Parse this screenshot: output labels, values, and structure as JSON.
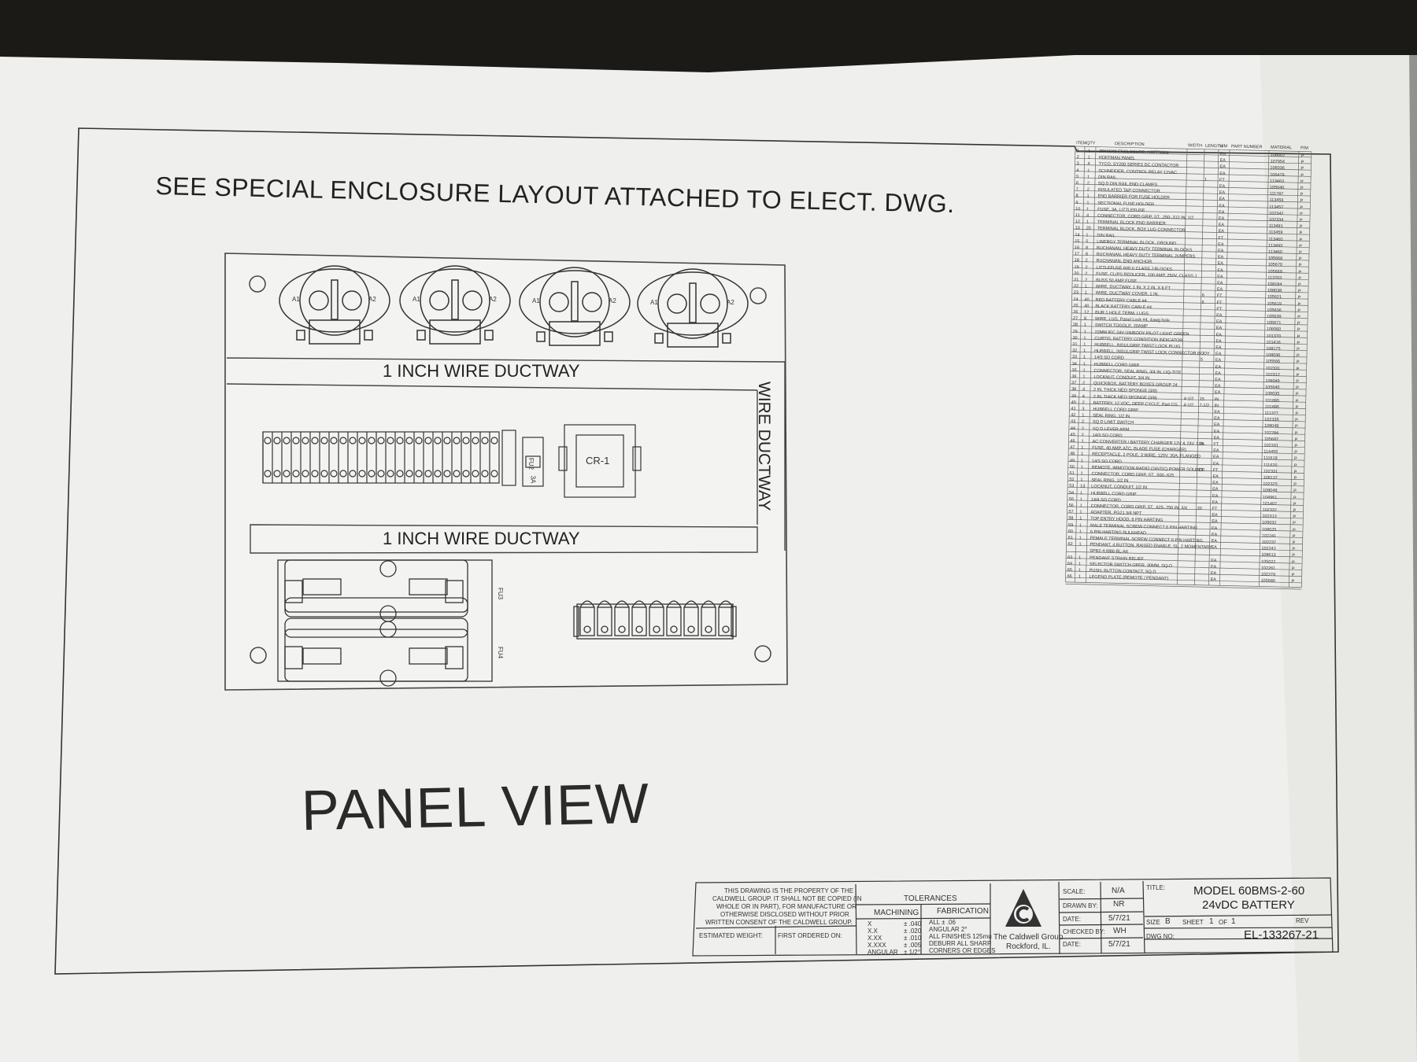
{
  "drawing": {
    "heading": "SEE SPECIAL ENCLOSURE LAYOUT ATTACHED TO ELECT. DWG.",
    "panel_view_label": "PANEL VIEW",
    "ductway_top": "1 INCH WIRE DUCTWAY",
    "ductway_bottom": "1 INCH WIRE DUCTWAY",
    "ductway_vertical": "WIRE DUCTWAY",
    "contactor_terminal_left": "A1",
    "contactor_terminal_right": "A2",
    "fuse_labels": [
      "FU2",
      "3A",
      "FU3",
      "FU4"
    ],
    "relay_label": "CR-1"
  },
  "title_block": {
    "property_notice": [
      "THIS DRAWING IS THE PROPERTY OF THE",
      "CALDWELL GROUP. IT SHALL NOT BE COPIED (IN",
      "WHOLE OR IN PART), FOR MANUFACTURE OR",
      "OTHERWISE DISCLOSED WITHOUT PRIOR",
      "WRITTEN CONSENT OF THE CALDWELL GROUP."
    ],
    "estimated_weight_label": "ESTIMATED WEIGHT:",
    "first_ordered_label": "FIRST ORDERED ON:",
    "tolerances_label": "TOLERANCES",
    "machining_label": "MACHINING",
    "fabrication_label": "FABRICATION",
    "machining": [
      [
        "X",
        "± .040"
      ],
      [
        "X.X",
        "± .020"
      ],
      [
        "X.XX",
        "± .010"
      ],
      [
        "X.XXX",
        "± .005"
      ],
      [
        "ANGULAR",
        "± 1/2°"
      ]
    ],
    "fabrication": [
      "ALL          ± .06",
      "ANGULAR      2°",
      "ALL FINISHES  125mu",
      "DEBURR ALL SHARP",
      "CORNERS OR EDGES"
    ],
    "company": "The Caldwell Group",
    "city": "Rockford, IL.",
    "scale_label": "SCALE:",
    "scale": "N/A",
    "drawn_by_label": "DRAWN BY:",
    "drawn_by": "NR",
    "date_label": "DATE:",
    "date": "5/7/21",
    "checked_by_label": "CHECKED BY:",
    "checked_by": "WH",
    "date2_label": "DATE:",
    "date2": "5/7/21",
    "title_label": "TITLE:",
    "title_line1": "MODEL 60BMS-2-60",
    "title_line2": "24vDC BATTERY",
    "size_label": "SIZE",
    "size": "B",
    "sheet_label": "SHEET",
    "sheet": "1",
    "of_label": "OF",
    "sheet_total": "1",
    "rev_label": "REV",
    "dwg_no_label": "DWG NO:",
    "dwg_no": "EL-133267-21"
  },
  "bom": {
    "headers": [
      "ITEM",
      "QTY",
      "DESCRIPTION",
      "WIDTH",
      "LENGTH",
      "U/M",
      "PART NUMBER",
      "MATERIAL",
      "P/M"
    ],
    "rows": [
      [
        "1",
        "1",
        "20X16X8 ENCLOSURE, HOFFMAN",
        "",
        "",
        "EA",
        "",
        "108002",
        "P"
      ],
      [
        "2",
        "1",
        "HOFFMAN PANEL",
        "",
        "",
        "EA",
        "",
        "107954",
        "P"
      ],
      [
        "3",
        "4",
        "TYCO, SY200 SERIES DC CONTACTOR",
        "",
        "",
        "EA",
        "",
        "106036",
        "P"
      ],
      [
        "4",
        "1",
        "SCHNEIDER, CONTROL RELAY 12VAC",
        "",
        "",
        "EA",
        "",
        "106479",
        "P"
      ],
      [
        "5",
        "1",
        "DIN RAIL",
        "",
        "1",
        "FT",
        "",
        "113463",
        "P"
      ],
      [
        "6",
        "2",
        "SQ D DIN RAIL END CLAMPS",
        "",
        "",
        "EA",
        "",
        "105040",
        "P"
      ],
      [
        "7",
        "2",
        "INSULATED TAP CONNECTOR",
        "",
        "",
        "EA",
        "",
        "111787",
        "P"
      ],
      [
        "8",
        "1",
        "END BARRIER FOR FUSE HOLDER",
        "",
        "",
        "EA",
        "",
        "113456",
        "P"
      ],
      [
        "9",
        "1",
        "SECTIONAL FUSE HOLDER",
        "",
        "",
        "EA",
        "",
        "113457",
        "P"
      ],
      [
        "10",
        "1",
        "FUSE, 3A, LITTLEFUSE",
        "",
        "",
        "EA",
        "",
        "102342",
        "P"
      ],
      [
        "11",
        "4",
        "CONNECTOR, CORD GRIP, ST, .250-.312 IN, 1/2",
        "",
        "",
        "EA",
        "",
        "102334",
        "P"
      ],
      [
        "12",
        "1",
        "TERMINAL BLOCK END BARRIER",
        "",
        "",
        "EA",
        "",
        "113481",
        "P"
      ],
      [
        "13",
        "20",
        "TERMINAL BLOCK, BOX LUG CONNECTOR",
        "",
        "",
        "EA",
        "",
        "113459",
        "P"
      ],
      [
        "14",
        "1",
        "DIN RAIL",
        "",
        "",
        "FT",
        "",
        "113460",
        "P"
      ],
      [
        "15",
        "5",
        "LINERGY TERMINAL BLOCK, GROUND",
        "",
        "",
        "EA",
        "",
        "113493",
        "P"
      ],
      [
        "16",
        "8",
        "BUCHANAN, HEAVY DUTY TERMINAL BLOCKS",
        "",
        "",
        "EA",
        "",
        "113460",
        "P"
      ],
      [
        "17",
        "8",
        "BUCHANAN, HEAVY DUTY TERMINAL JUMPERS",
        "",
        "",
        "EA",
        "",
        "105668",
        "P"
      ],
      [
        "18",
        "2",
        "BUCHANAN, END ANCHOR",
        "",
        "",
        "EA",
        "",
        "105670",
        "P"
      ],
      [
        "19",
        "2",
        "LITTLEFUSE 600 V CLASS J BLOCKS",
        "",
        "",
        "EA",
        "",
        "105669",
        "P"
      ],
      [
        "20",
        "2",
        "FUSE, CLIPS REDUCER, 100 AMP, 250V, CLASS J",
        "",
        "",
        "EA",
        "",
        "113703",
        "P"
      ],
      [
        "21",
        "2",
        "BUSS 50 AMP FUSE",
        "",
        "",
        "EA",
        "",
        "108184",
        "P"
      ],
      [
        "22",
        "1",
        "WIRE, DUCTWAY, 1 IN. X 2 IN. X 6 FT",
        "",
        "",
        "EA",
        "",
        "108038",
        "P"
      ],
      [
        "23",
        "1",
        "WIRE, DUCTWAY COVER, 1 IN.",
        "",
        "6",
        "FT",
        "",
        "105621",
        "P"
      ],
      [
        "24",
        "40",
        "RED BATTERY CABLE #4",
        "",
        "6",
        "FT",
        "",
        "105619",
        "P"
      ],
      [
        "25",
        "40",
        "BLACK BATTERY CABLE #4",
        "",
        "",
        "FT",
        "",
        "105636",
        "P"
      ],
      [
        "26",
        "12",
        "BUR 1 HOLE TERM. LUGS",
        "",
        "",
        "EA",
        "",
        "105639",
        "P"
      ],
      [
        "27",
        "8",
        "WIRE, LUG, Panel Lock #4, 4awg hole",
        "",
        "",
        "EA",
        "",
        "105671",
        "P"
      ],
      [
        "28",
        "1",
        "SWITCH TOGGLE, 20AMP",
        "",
        "",
        "EA",
        "",
        "106060",
        "P"
      ],
      [
        "29",
        "1",
        "22MM IEC 24V UNIBODY PILOT LIGHT GREEN",
        "",
        "",
        "EA",
        "",
        "101370",
        "P"
      ],
      [
        "30",
        "1",
        "CURTIS, BATTERY CONDITION INDICATOR",
        "",
        "",
        "EA",
        "",
        "101416",
        "P"
      ],
      [
        "31",
        "1",
        "HUBBELL, INSULGRIP TWIST-LOCK PLUG",
        "",
        "",
        "EA",
        "",
        "108175",
        "P"
      ],
      [
        "32",
        "1",
        "HUBBELL, INSULGRIP TWIST LOCK CONNECTOR BODY",
        "",
        "",
        "EA",
        "",
        "108036",
        "P"
      ],
      [
        "33",
        "1",
        "14/3 SO CORD",
        "",
        "5",
        "EA",
        "",
        "105566",
        "P"
      ],
      [
        "34",
        "1",
        "HUBBELL CORD GRIP",
        "",
        "",
        "EA",
        "",
        "102331",
        "P"
      ],
      [
        "35",
        "1",
        "CONNECTOR, SEAL RING, 3/4 IN, LIQ-TITE",
        "",
        "",
        "EA",
        "",
        "102312",
        "P"
      ],
      [
        "36",
        "1",
        "LOCKNUT, CONDUIT, 3/4 IN",
        "",
        "",
        "EA",
        "",
        "108049",
        "P"
      ],
      [
        "37",
        "2",
        "QUICKBOX, BATTERY BOXES GROUP 24",
        "",
        "",
        "EA",
        "",
        "105640",
        "P"
      ],
      [
        "38",
        "4",
        "2 IN. THICK NEO SPONGE (3/8)",
        "",
        "",
        "EA",
        "",
        "108035",
        "P"
      ],
      [
        "39",
        "4",
        "2 IN. THICK NEO SPONGE (3/8)",
        "4-1/2",
        "15",
        "IN",
        "",
        "101895",
        "P"
      ],
      [
        "40",
        "2",
        "BATTERY, 12 VDC, DEEP CYCLE, Part CG",
        "4-1/2",
        "7-1/2",
        "IN",
        "",
        "101895",
        "P"
      ],
      [
        "41",
        "3",
        "HUBBELL CORD GRIP",
        "",
        "",
        "EA",
        "",
        "111377",
        "P"
      ],
      [
        "42",
        "1",
        "SEAL RING, 1/2 IN",
        "",
        "",
        "EA",
        "",
        "102335",
        "P"
      ],
      [
        "43",
        "2",
        "SQ D LIMIT SWITCH",
        "",
        "",
        "EA",
        "",
        "108049",
        "P"
      ],
      [
        "44",
        "2",
        "SQ D LEVER ARM",
        "",
        "",
        "EA",
        "",
        "102284",
        "P"
      ],
      [
        "45",
        "2",
        "14/3 SO CORD",
        "",
        "",
        "EA",
        "",
        "105687",
        "P"
      ],
      [
        "46",
        "1",
        "AC CONVERTER / BATTERY CHARGER 12V & 24V 7.5A",
        "",
        "15",
        "FT",
        "",
        "102331",
        "P"
      ],
      [
        "47",
        "1",
        "FUSE, 40 AMP, ATC, BLADE FUSE (CHARGER)",
        "",
        "",
        "EA",
        "",
        "114455",
        "P"
      ],
      [
        "48",
        "1",
        "RECEPTACLE, 2 POLE, 3 WIRE, 125V, 20A, FLANGED",
        "",
        "",
        "EA",
        "",
        "111619",
        "P"
      ],
      [
        "49",
        "1",
        "14/3 SO CORD",
        "",
        "",
        "EA",
        "",
        "111620",
        "P"
      ],
      [
        "50",
        "1",
        "REMOTE, IMMOTION RADIO (24VDC) POWER SOURCE",
        "",
        "15",
        "FT",
        "",
        "102331",
        "P"
      ],
      [
        "51",
        "1",
        "CONNECTOR, CORD GRIP, ST, .500-.625",
        "",
        "",
        "EA",
        "",
        "108137",
        "P"
      ],
      [
        "52",
        "1",
        "SEAL RING, 1/2 IN",
        "",
        "",
        "EA",
        "",
        "102325",
        "P"
      ],
      [
        "53",
        "13",
        "LOCKNUT, CONDUIT, 1/2 IN",
        "",
        "",
        "EA",
        "",
        "108048",
        "P"
      ],
      [
        "54",
        "1",
        "HUBBELL CORD GRIP",
        "",
        "",
        "EA",
        "",
        "104961",
        "P"
      ],
      [
        "55",
        "1",
        "14/4 SO CORD",
        "",
        "",
        "EA",
        "",
        "101407",
        "P"
      ],
      [
        "56",
        "1",
        "CONNECTOR, CORD GRIP, ST, .625-.750 IN, 3/4",
        "",
        "20",
        "FT",
        "",
        "102332",
        "P"
      ],
      [
        "57",
        "1",
        "ADAPTER, PG21 3/4 NPT",
        "",
        "",
        "EA",
        "",
        "102313",
        "P"
      ],
      [
        "58",
        "1",
        "TOP ENTRY HOOD, 6 PIN HARTING",
        "",
        "",
        "EA",
        "",
        "109032",
        "P"
      ],
      [
        "59",
        "1",
        "MALE TERMINAL SCREW CONNECT 6 PIN HARTING",
        "",
        "",
        "EA",
        "",
        "108025",
        "P"
      ],
      [
        "60",
        "1",
        "6 PIN HARTING BULKHEAD",
        "",
        "",
        "EA",
        "",
        "102241",
        "P"
      ],
      [
        "61",
        "1",
        "FEMALE TERMINAL SCREW CONNECT 6 PIN HARTING",
        "",
        "",
        "EA",
        "",
        "102237",
        "P"
      ],
      [
        "62",
        "1",
        "PENDANT, 4 BUTTON, RAISED ENABLE, SL, 2 MOMENTARY",
        "",
        "",
        "EA",
        "",
        "102242",
        "P"
      ],
      [
        "",
        "",
        "SPB2-4-M86-BL-A6",
        "",
        "",
        "",
        "",
        "108613",
        "P"
      ],
      [
        "63",
        "1",
        "PENDANT STRAIN RELIEF",
        "",
        "",
        "EA",
        "",
        "105022",
        "P"
      ],
      [
        "64",
        "1",
        "SELECTOR SWITCH OPER. 30MM, SQ-D",
        "",
        "",
        "EA",
        "",
        "102261",
        "P"
      ],
      [
        "65",
        "1",
        "PUSH, BUTTON CONTACT, SQ-D",
        "",
        "",
        "EA",
        "",
        "102279",
        "P"
      ],
      [
        "66",
        "1",
        "LEGEND PLATE (REMOTE / PENDANT)",
        "",
        "",
        "EA",
        "",
        "105680",
        "P"
      ]
    ]
  }
}
